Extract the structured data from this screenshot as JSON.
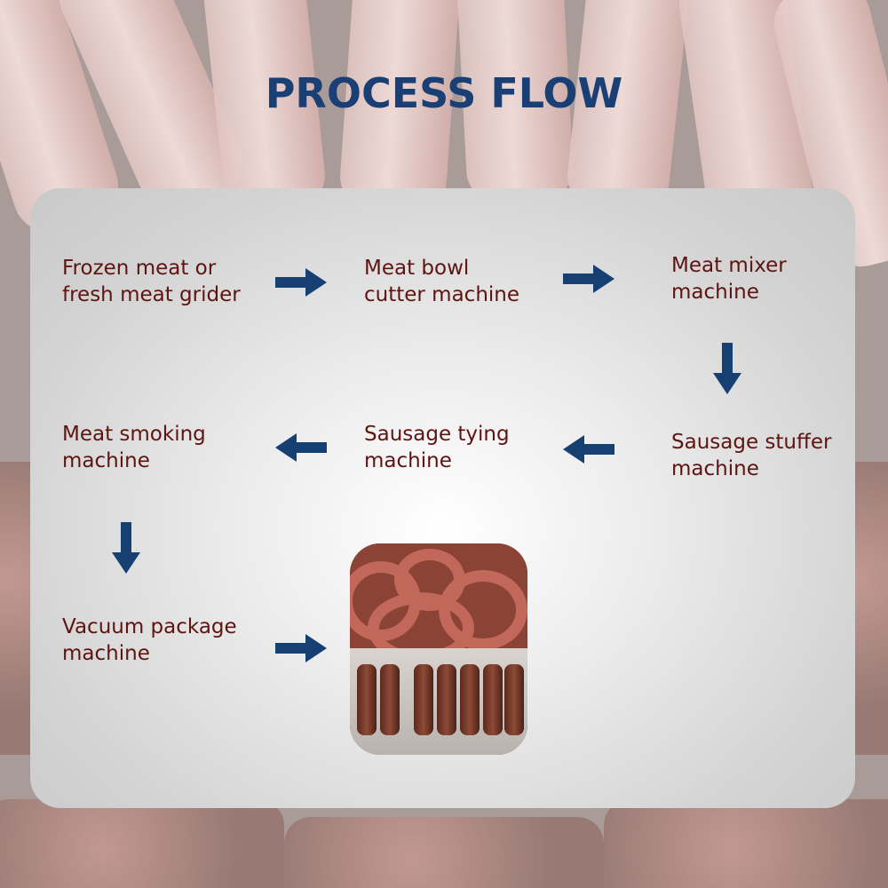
{
  "title": "PROCESS FLOW",
  "steps": {
    "s1": {
      "line1": "Frozen meat or",
      "line2": "fresh meat grider"
    },
    "s2": {
      "line1": "Meat bowl",
      "line2": "cutter machine"
    },
    "s3": {
      "line1": "Meat mixer",
      "line2": "machine"
    },
    "s4": {
      "line1": "Sausage stuffer",
      "line2": "machine"
    },
    "s5": {
      "line1": "Sausage tying",
      "line2": "machine"
    },
    "s6": {
      "line1": "Meat smoking",
      "line2": "machine"
    },
    "s7": {
      "line1": "Vacuum package",
      "line2": "machine"
    }
  },
  "colors": {
    "title": "#1a3f74",
    "arrow": "#163f72",
    "step_text": "#5e1410",
    "panel": "#d9d9d9"
  },
  "icons": {
    "arrow_right": "arrow-right-icon",
    "arrow_left": "arrow-left-icon",
    "arrow_down": "arrow-down-icon"
  }
}
